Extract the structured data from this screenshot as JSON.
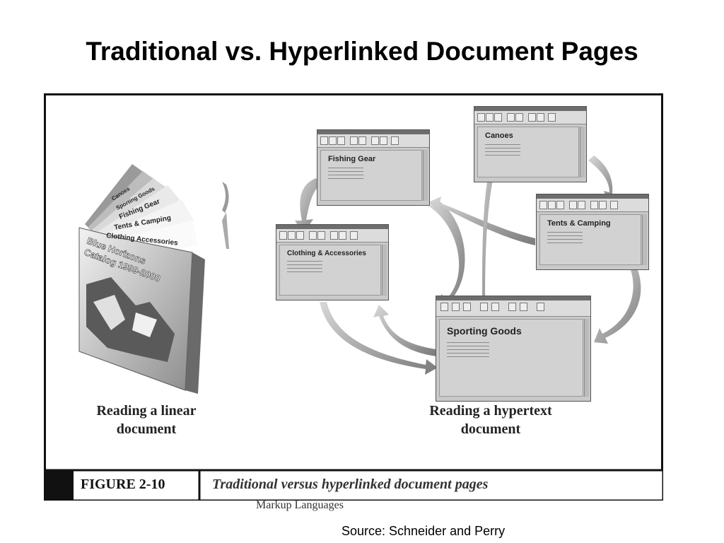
{
  "slide": {
    "title": "Traditional vs. Hyperlinked Document Pages",
    "footer_partial": "Markup Languages",
    "source": "Source: Schneider and Perry"
  },
  "figure": {
    "number": "FIGURE 2-10",
    "caption": "Traditional versus hyperlinked document pages",
    "linear_label": [
      "Reading a linear",
      "document"
    ],
    "hypertext_label": [
      "Reading a hypertext",
      "document"
    ],
    "catalog": {
      "cover_title_line1": "Blue Horizons",
      "cover_title_line2": "Catalog 1999-2000",
      "tabs": [
        "Canoes",
        "Sporting Goods",
        "Fishing Gear",
        "Tents & Camping",
        "Clothing Accessories"
      ]
    },
    "windows": [
      {
        "id": "fishing",
        "title": "Fishing Gear"
      },
      {
        "id": "canoes",
        "title": "Canoes"
      },
      {
        "id": "tents",
        "title": "Tents & Camping"
      },
      {
        "id": "clothing",
        "title": "Clothing & Accessories"
      },
      {
        "id": "sporting",
        "title": "Sporting Goods"
      }
    ]
  }
}
